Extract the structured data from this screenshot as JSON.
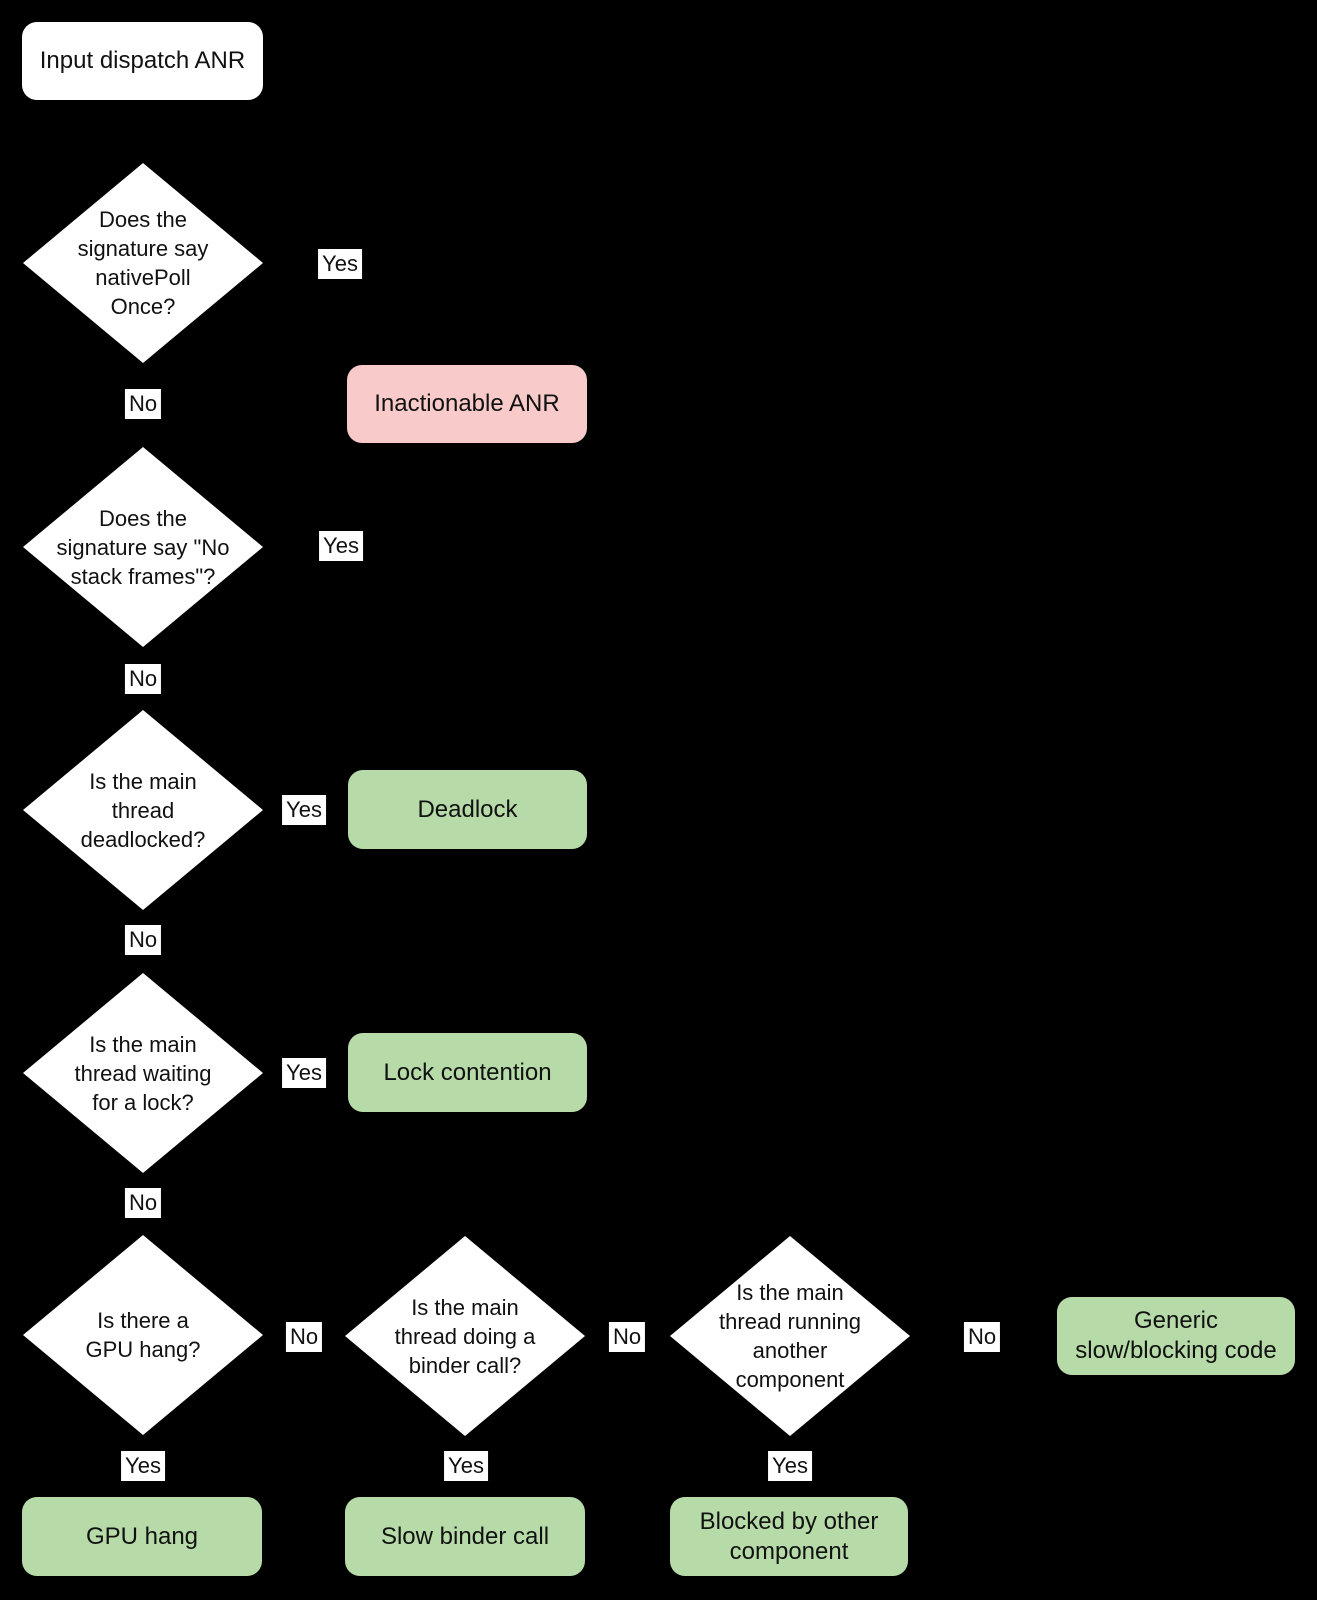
{
  "colors": {
    "background": "#000000",
    "node_fill": "#ffffff",
    "outcome_green": "#b7dba8",
    "outcome_pink": "#f8caca",
    "text": "#111111"
  },
  "start": {
    "label": "Input dispatch ANR"
  },
  "decisions": {
    "native_poll": {
      "label": "Does the\nsignature say\nnativePoll\nOnce?"
    },
    "no_stack_frames": {
      "label": "Does the\nsignature say \"No\nstack frames\"?"
    },
    "deadlocked": {
      "label": "Is the main\nthread\ndeadlocked?"
    },
    "waiting_lock": {
      "label": "Is the main\nthread waiting\nfor a lock?"
    },
    "gpu_hang": {
      "label": "Is there a\nGPU hang?"
    },
    "binder_call": {
      "label": "Is the main\nthread doing a\nbinder call?"
    },
    "other_component": {
      "label": "Is the main\nthread running\nanother\ncomponent"
    }
  },
  "outcomes": {
    "inactionable": {
      "label": "Inactionable ANR",
      "kind": "pink"
    },
    "deadlock": {
      "label": "Deadlock",
      "kind": "green"
    },
    "lock_contention": {
      "label": "Lock contention",
      "kind": "green"
    },
    "generic_slow": {
      "label": "Generic\nslow/blocking code",
      "kind": "green"
    },
    "gpu_hang": {
      "label": "GPU hang",
      "kind": "green"
    },
    "slow_binder": {
      "label": "Slow binder call",
      "kind": "green"
    },
    "blocked_other": {
      "label": "Blocked by other\ncomponent",
      "kind": "green"
    }
  },
  "edge_labels": {
    "yes": "Yes",
    "no": "No"
  }
}
